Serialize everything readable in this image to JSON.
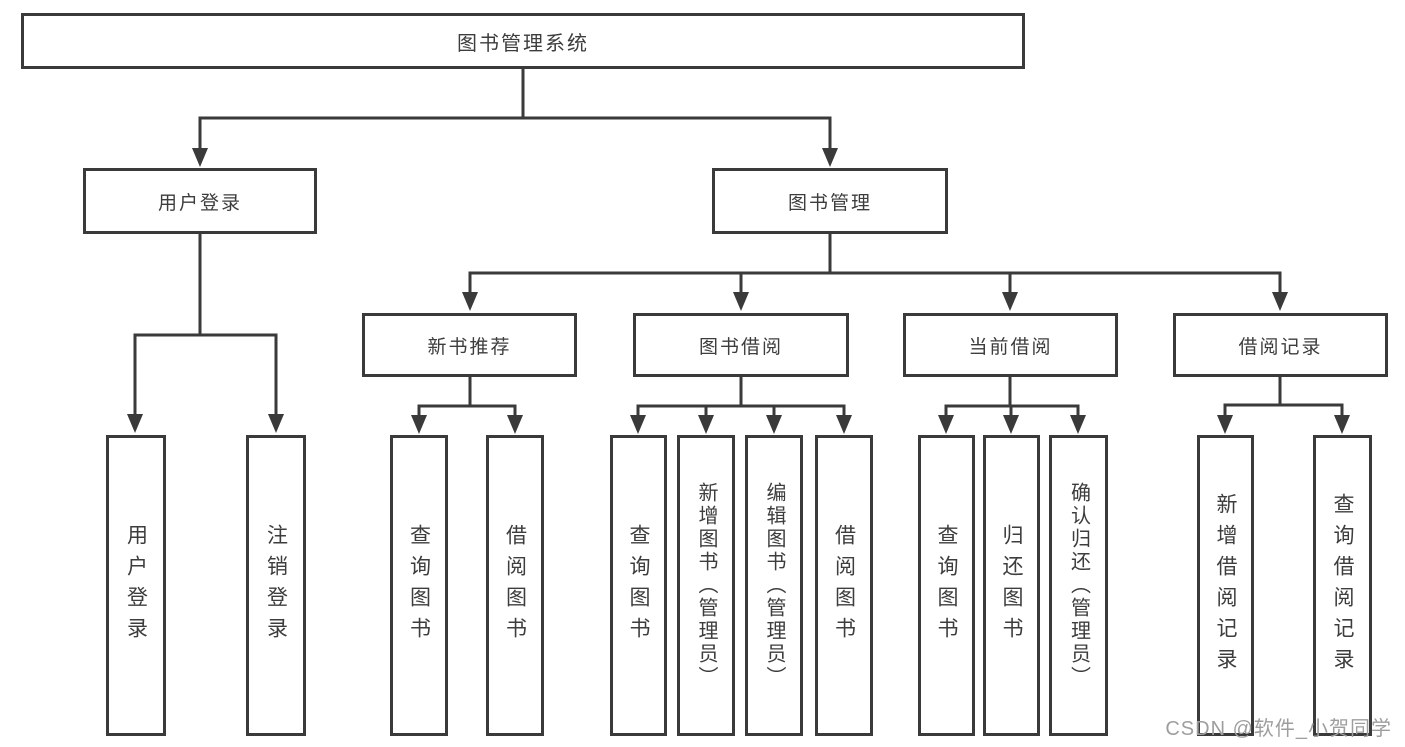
{
  "tree": {
    "root": {
      "label": "图书管理系统"
    },
    "branches": [
      {
        "label": "用户登录",
        "children": [
          {
            "label": "用户登录"
          },
          {
            "label": "注销登录"
          }
        ]
      },
      {
        "label": "图书管理",
        "sections": [
          {
            "label": "新书推荐",
            "children": [
              {
                "label": "查询图书"
              },
              {
                "label": "借阅图书"
              }
            ]
          },
          {
            "label": "图书借阅",
            "children": [
              {
                "label": "查询图书"
              },
              {
                "label": "新增图书（管理员）"
              },
              {
                "label": "编辑图书（管理员）"
              },
              {
                "label": "借阅图书"
              }
            ]
          },
          {
            "label": "当前借阅",
            "children": [
              {
                "label": "查询图书"
              },
              {
                "label": "归还图书"
              },
              {
                "label": "确认归还（管理员）"
              }
            ]
          },
          {
            "label": "借阅记录",
            "children": [
              {
                "label": "新增借阅记录"
              },
              {
                "label": "查询借阅记录"
              }
            ]
          }
        ]
      }
    ]
  },
  "watermark": {
    "text": "CSDN @软件_小贺同学"
  },
  "colors": {
    "line": "#3a3a3a",
    "box_border": "#3a3a3a",
    "text": "#3d3d3d",
    "watermark": "#9e9e9e",
    "background": "#ffffff"
  }
}
